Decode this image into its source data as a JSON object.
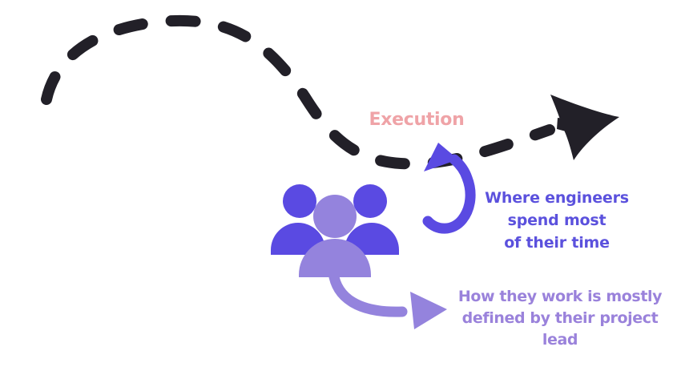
{
  "diagram": {
    "stage_label": "Execution",
    "annotations": {
      "engineers": {
        "line1": "Where engineers",
        "line2": "spend most",
        "line3": "of their time"
      },
      "project_lead": {
        "line1": "How they work is mostly",
        "line2": "defined by their project",
        "line3": "lead"
      }
    },
    "icons": {
      "journey_path": "dashed-journey-path-icon",
      "journey_arrowhead": "journey-arrowhead-icon",
      "team": "team-icon",
      "arrow_to_execution": "curved-arrow-up-icon",
      "arrow_to_lead_note": "curved-arrow-down-right-icon"
    }
  },
  "colors": {
    "background": "#FFFFFF",
    "ink": "#222028",
    "stage_pink": "#EFA3A7",
    "accent_purple": "#5A4AE2",
    "accent_purple_text": "#5B51DD",
    "light_purple": "#9483DD",
    "light_purple_text": "#9A82DB"
  }
}
